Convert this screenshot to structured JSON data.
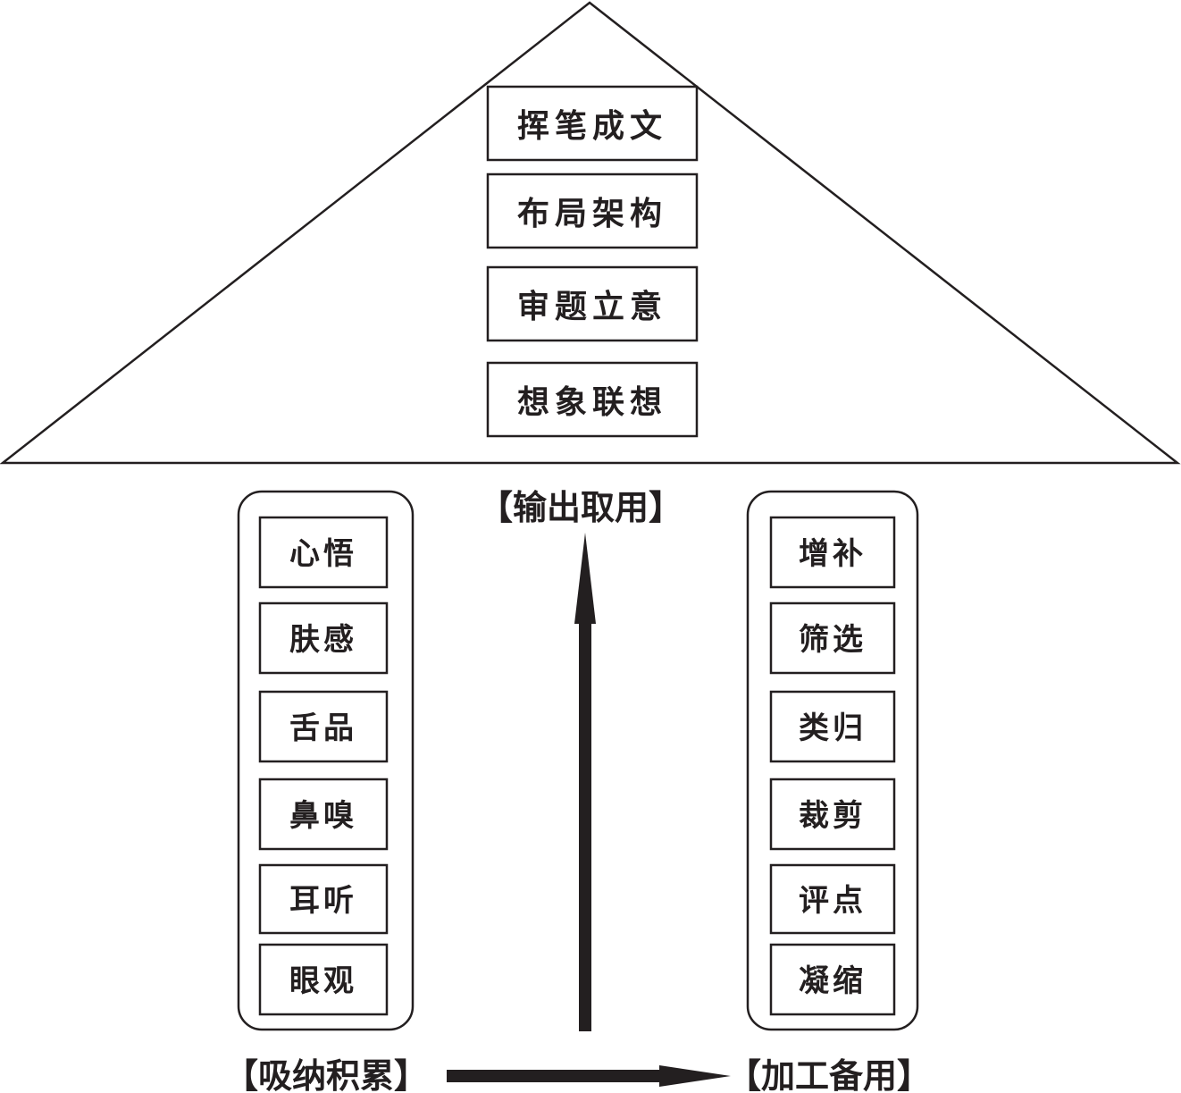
{
  "roof": {
    "items": [
      "挥笔成文",
      "布局架构",
      "审题立意",
      "想象联想"
    ]
  },
  "left_column": {
    "items": [
      "心悟",
      "肤感",
      "舌品",
      "鼻嗅",
      "耳听",
      "眼观"
    ]
  },
  "right_column": {
    "items": [
      "增补",
      "筛选",
      "类归",
      "裁剪",
      "评点",
      "凝缩"
    ]
  },
  "captions": {
    "output": "【输出取用】",
    "absorb": "【吸纳积累】",
    "process": "【加工备用】"
  },
  "colors": {
    "stroke": "#231f20",
    "background": "#ffffff"
  }
}
